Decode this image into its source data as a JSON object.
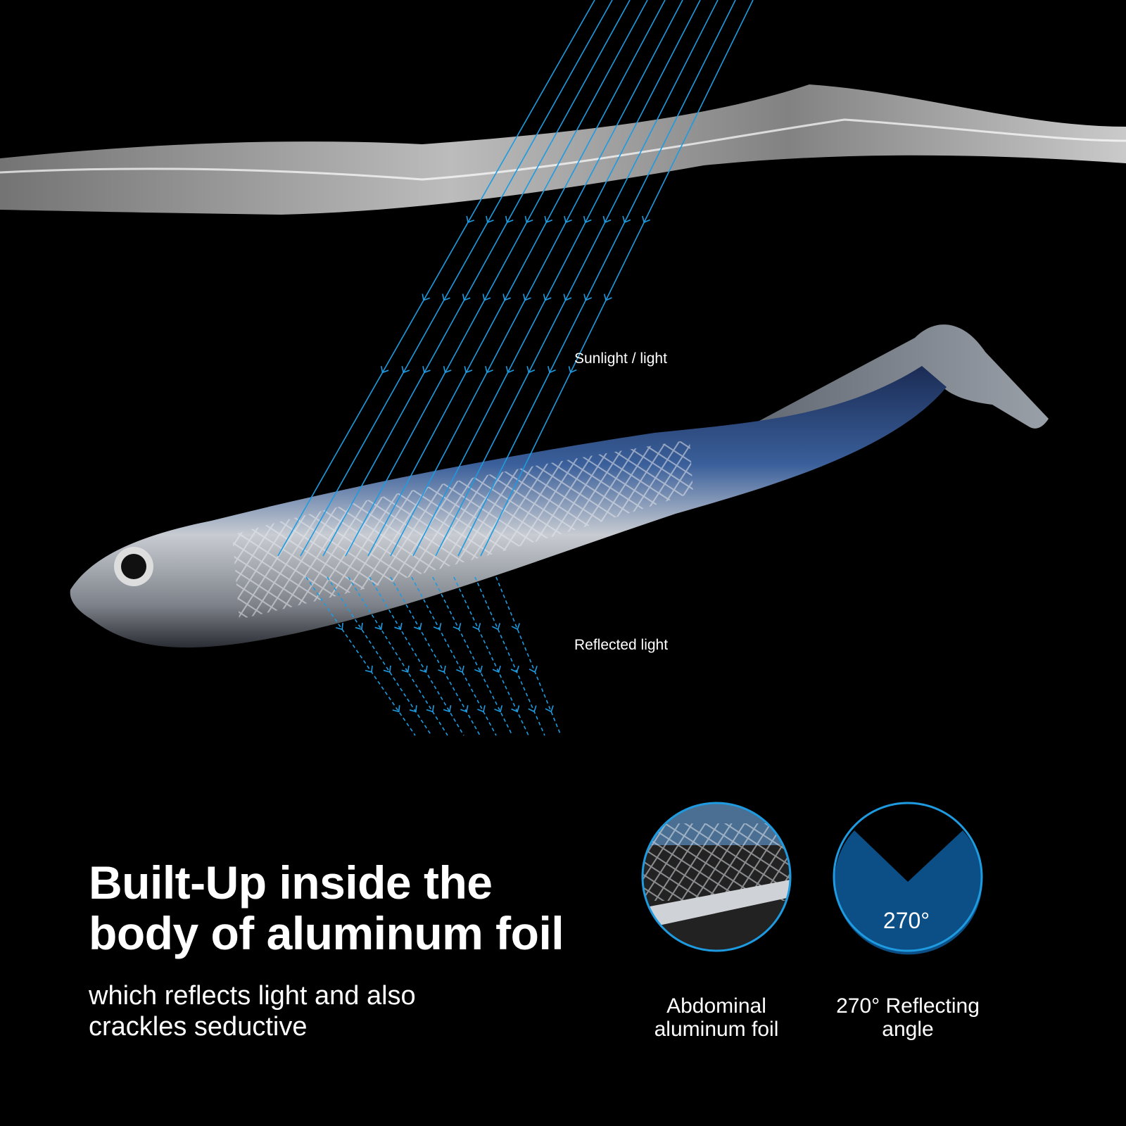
{
  "diagram": {
    "sunlight_label": "Sunlight / light",
    "reflected_label": "Reflected light"
  },
  "headline": {
    "line1": "Built-Up inside the",
    "line2": "body of aluminum foil"
  },
  "subline": {
    "line1": "which reflects light and also",
    "line2": "crackles seductive"
  },
  "features": [
    {
      "caption_line1": "Abdominal",
      "caption_line2": "aluminum foil"
    },
    {
      "value": "270°",
      "caption_line1": "270° Reflecting",
      "caption_line2": "angle"
    }
  ],
  "colors": {
    "accent": "#1e9be0",
    "wedge": "#0b4f86",
    "background": "#000000"
  }
}
